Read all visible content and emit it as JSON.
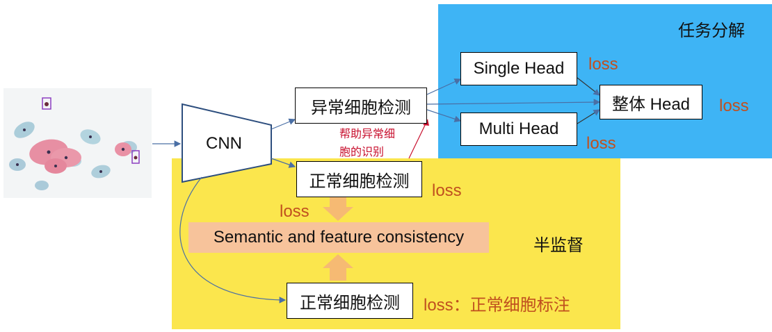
{
  "regions": {
    "task_decomposition": "任务分解",
    "semi_supervised": "半监督"
  },
  "nodes": {
    "cnn": "CNN",
    "abnormal_detection": "异常细胞检测",
    "normal_detection_1": "正常细胞检测",
    "normal_detection_2": "正常细胞检测",
    "single_head": "Single Head",
    "multi_head": "Multi Head",
    "whole_head": "整体 Head",
    "consistency": "Semantic and feature consistency"
  },
  "losses": {
    "single_head": "loss",
    "whole_head": "loss",
    "multi_head": "loss",
    "normal_detection_1": "loss",
    "consistency": "loss",
    "normal_detection_2": "loss：正常细胞标注"
  },
  "annotation": {
    "line1": "帮助异常细",
    "line2": "胞的识别"
  },
  "colors": {
    "task_region": "#3eb4f5",
    "semi_region": "#fbe64d",
    "consistency_fill": "#f7c39b",
    "loss_text": "#c0501f",
    "annotation_text": "#c8102e",
    "connector": "#4a6fa5",
    "block_arrow": "#f5b27a"
  }
}
